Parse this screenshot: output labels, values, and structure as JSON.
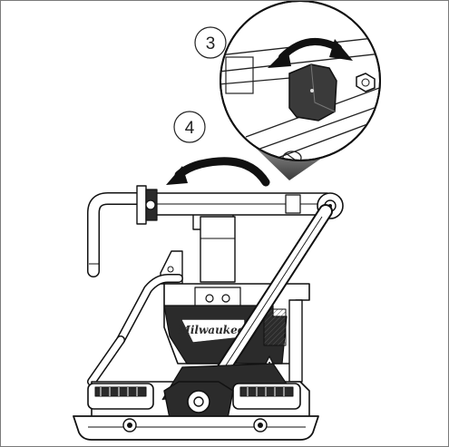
{
  "steps": [
    {
      "number": "3"
    },
    {
      "number": "4"
    }
  ],
  "brand_mark": "Milwaukee",
  "colors": {
    "line": "#1a1a1a",
    "dark_fill": "#2b2b2b",
    "mid_fill": "#8a8a8a",
    "light_fill": "#e6e6e6",
    "frame": "#7a7a7a"
  },
  "icons": [
    "rotate-arrow-icon",
    "curved-arrow-icon",
    "warning-icon"
  ]
}
